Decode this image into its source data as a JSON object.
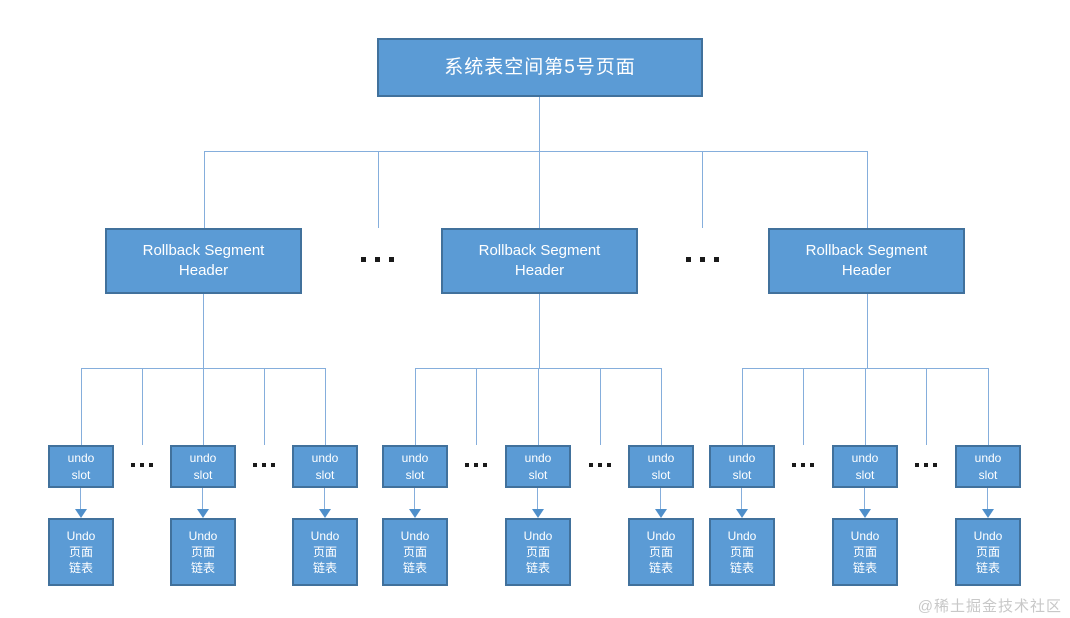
{
  "diagram": {
    "root_label": "系统表空间第5号页面",
    "segments": [
      {
        "header_lines": [
          "Rollback Segment",
          "Header"
        ],
        "slots": [
          {
            "lines": [
              "undo",
              "slot"
            ],
            "page_lines": [
              "Undo",
              "页面",
              "链表"
            ]
          },
          {
            "lines": [
              "undo",
              "slot"
            ],
            "page_lines": [
              "Undo",
              "页面",
              "链表"
            ]
          },
          {
            "lines": [
              "undo",
              "slot"
            ],
            "page_lines": [
              "Undo",
              "页面",
              "链表"
            ]
          }
        ]
      },
      {
        "header_lines": [
          "Rollback Segment",
          "Header"
        ],
        "slots": [
          {
            "lines": [
              "undo",
              "slot"
            ],
            "page_lines": [
              "Undo",
              "页面",
              "链表"
            ]
          },
          {
            "lines": [
              "undo",
              "slot"
            ],
            "page_lines": [
              "Undo",
              "页面",
              "链表"
            ]
          },
          {
            "lines": [
              "undo",
              "slot"
            ],
            "page_lines": [
              "Undo",
              "页面",
              "链表"
            ]
          }
        ]
      },
      {
        "header_lines": [
          "Rollback Segment",
          "Header"
        ],
        "slots": [
          {
            "lines": [
              "undo",
              "slot"
            ],
            "page_lines": [
              "Undo",
              "页面",
              "链表"
            ]
          },
          {
            "lines": [
              "undo",
              "slot"
            ],
            "page_lines": [
              "Undo",
              "页面",
              "链表"
            ]
          },
          {
            "lines": [
              "undo",
              "slot"
            ],
            "page_lines": [
              "Undo",
              "页面",
              "链表"
            ]
          }
        ]
      }
    ],
    "ellipsis_glyph": "…",
    "colors": {
      "box_fill": "#5b9bd5",
      "box_border": "#41719c",
      "connector": "#85aedc",
      "arrowhead": "#4f8fca",
      "dots": "#1a1a1a"
    }
  },
  "watermark": {
    "text": "@稀土掘金技术社区"
  }
}
